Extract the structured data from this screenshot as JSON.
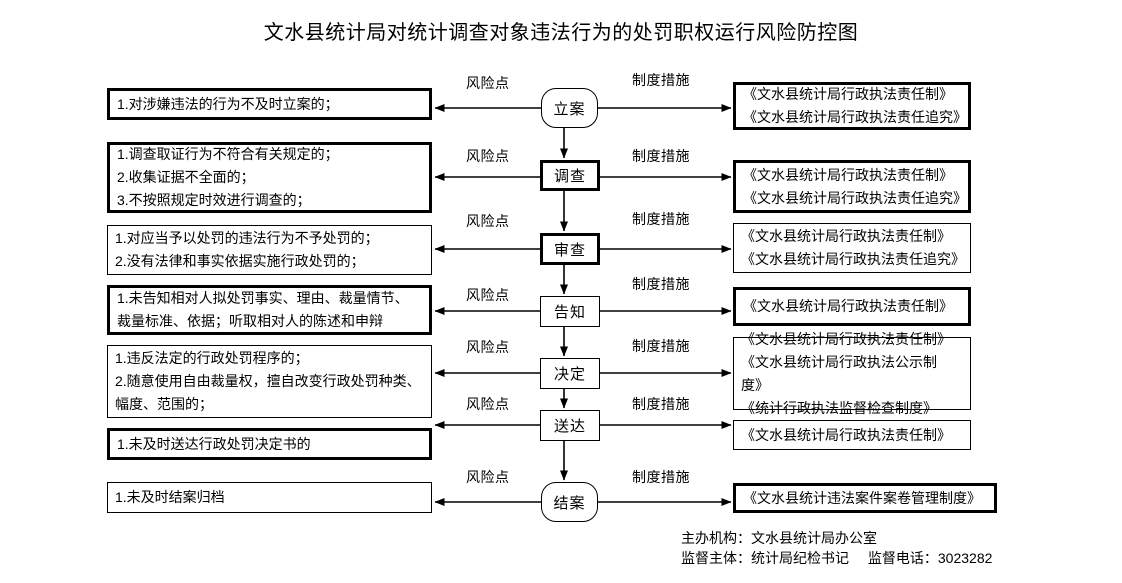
{
  "title": "文水县统计局对统计调查对象违法行为的处罚职权运行风险防控图",
  "labels": {
    "risk": "风险点",
    "measure": "制度措施"
  },
  "rows": [
    {
      "node": "立案",
      "left": "1.对涉嫌违法的行为不及时立案的；",
      "right": "《文水县统计局行政执法责任制》\n《文水县统计局行政执法责任追究》"
    },
    {
      "node": "调查",
      "left": "1.调查取证行为不符合有关规定的；\n2.收集证据不全面的；\n3.不按照规定时效进行调查的；",
      "right": "《文水县统计局行政执法责任制》\n《文水县统计局行政执法责任追究》"
    },
    {
      "node": "审查",
      "left": "1.对应当予以处罚的违法行为不予处罚的；\n2.没有法律和事实依据实施行政处罚的；",
      "right": "《文水县统计局行政执法责任制》\n《文水县统计局行政执法责任追究》"
    },
    {
      "node": "告知",
      "left": "1.未告知相对人拟处罚事实、理由、裁量情节、裁量标准、依据；听取相对人的陈述和申辩",
      "right": "《文水县统计局行政执法责任制》"
    },
    {
      "node": "决定",
      "left": "1.违反法定的行政处罚程序的；\n2.随意使用自由裁量权，擅自改变行政处罚种类、幅度、范围的；",
      "right": "《文水县统计局行政执法责任制》\n《文水县统计局行政执法公示制度》\n《统计行政执法监督检查制度》"
    },
    {
      "node": "送达",
      "left": "1.未及时送达行政处罚决定书的",
      "right": "《文水县统计局行政执法责任制》"
    },
    {
      "node": "结案",
      "left": "1.未及时结案归档",
      "right": "《文水县统计违法案件案卷管理制度》"
    }
  ],
  "footer": {
    "organizer": "主办机构：文水县统计局办公室",
    "supervisor": "监督主体：统计局纪检书记",
    "phone": "监督电话：3023282"
  }
}
